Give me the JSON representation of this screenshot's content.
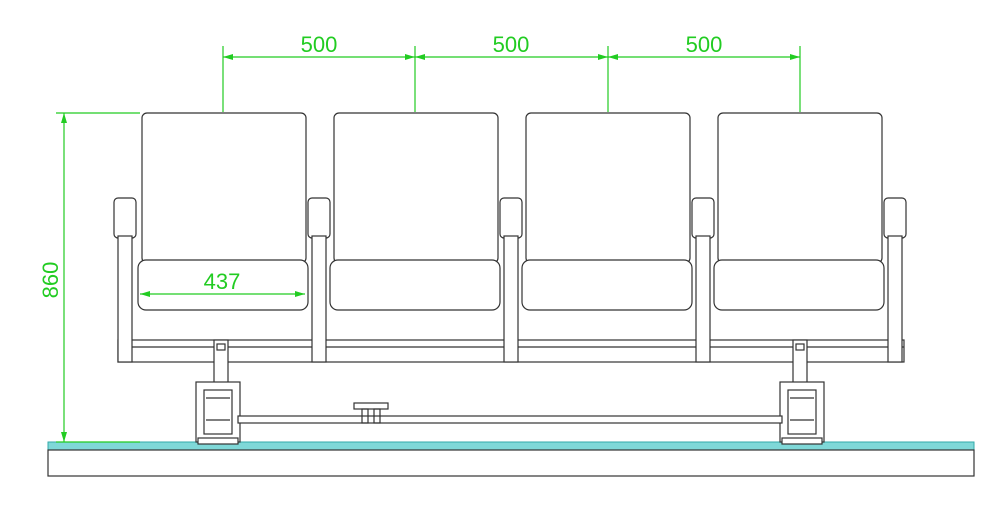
{
  "drawing": {
    "dimensions": {
      "seat_pitch_labels": [
        "500",
        "500",
        "500"
      ],
      "seat_width_label": "437",
      "height_label": "860"
    },
    "seat_count": 4,
    "colors": {
      "dimension": "#22cc22",
      "ink": "#333333",
      "floor_fill": "#7fd8d8"
    }
  }
}
